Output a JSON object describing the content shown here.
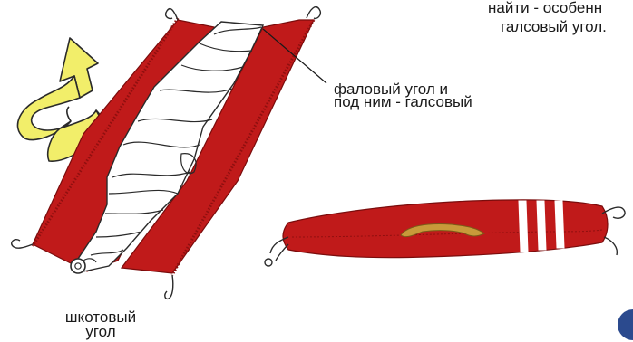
{
  "top_note": {
    "line1": "найти - особенн",
    "line2": "галсовый угол."
  },
  "head_label": {
    "line1": "фаловый угол и",
    "line2": "под ним - галсовый"
  },
  "clew_label": {
    "line1": "шкотовый",
    "line2": "угол"
  },
  "colors": {
    "sleeve_red": "#c01a1a",
    "sleeve_dark": "#8f0f0f",
    "arrow_yellow": "#f2ee6a",
    "line": "#2a2a2a",
    "sail_white": "#ffffff",
    "tie_tan": "#c89a3a"
  }
}
